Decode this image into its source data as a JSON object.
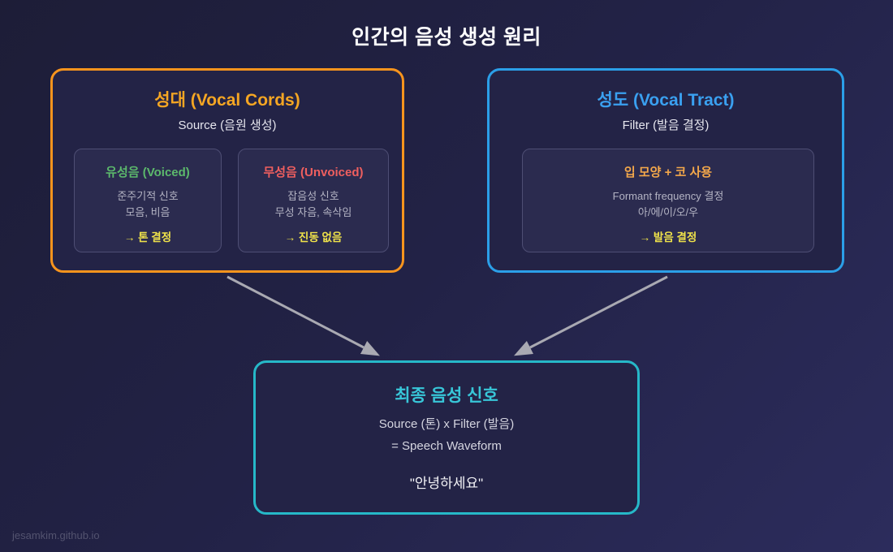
{
  "title": "인간의 음성 생성 원리",
  "footer": "jesamkim.github.io",
  "colors": {
    "background_start": "#1d1d37",
    "background_end": "#2c2c5c",
    "vocal_cords_accent": "#f7941d",
    "vocal_tract_accent": "#2b9fe8",
    "final_accent": "#26b8c8",
    "voiced_green": "#5cb96c",
    "unvoiced_red": "#ef5f5f",
    "mouth_orange": "#f4a84a",
    "result_yellow": "#efe24a",
    "arrow_gray": "#a9a9b2"
  },
  "boxes": {
    "vocal_cords": {
      "title": "성대 (Vocal Cords)",
      "subtitle": "Source (음원 생성)",
      "sub_boxes": [
        {
          "heading": "유성음 (Voiced)",
          "lines": [
            "준주기적 신호",
            "모음, 비음"
          ],
          "result": "→ 톤 결정"
        },
        {
          "heading": "무성음 (Unvoiced)",
          "lines": [
            "잡음성 신호",
            "무성 자음, 속삭임"
          ],
          "result": "→ 진동 없음"
        }
      ]
    },
    "vocal_tract": {
      "title": "성도 (Vocal Tract)",
      "subtitle": "Filter (발음 결정)",
      "sub_boxes": [
        {
          "heading": "입 모양 + 코 사용",
          "lines": [
            "Formant frequency 결정",
            "아/에/이/오/우"
          ],
          "result": "→ 발음 결정"
        }
      ]
    },
    "final_signal": {
      "title": "최종 음성 신호",
      "lines": [
        "Source (톤) x Filter (발음)",
        "= Speech Waveform"
      ],
      "quote": "\"안녕하세요\""
    }
  }
}
